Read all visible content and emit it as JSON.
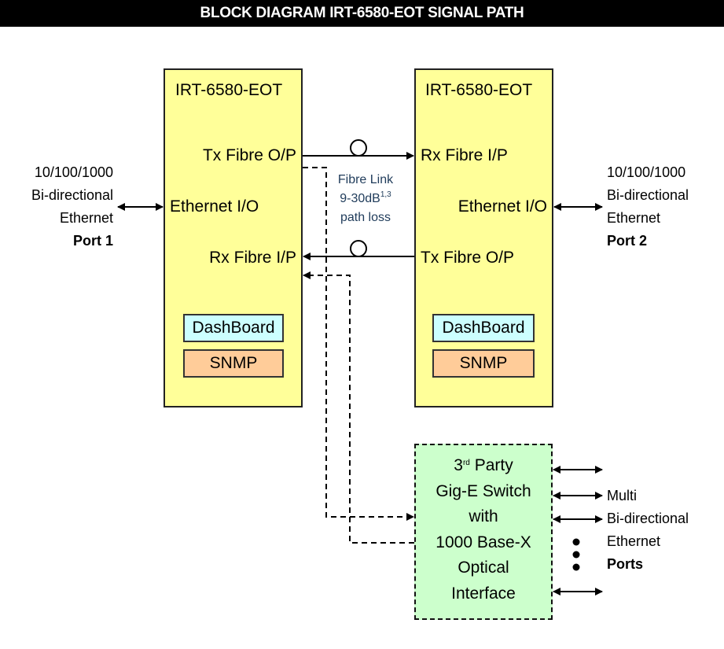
{
  "title": "BLOCK DIAGRAM IRT-6580-EOT SIGNAL PATH",
  "left_unit": {
    "name": "IRT-6580-EOT",
    "tx": "Tx Fibre O/P",
    "eth": "Ethernet I/O",
    "rx": "Rx Fibre I/P",
    "dashboard": "DashBoard",
    "snmp": "SNMP"
  },
  "right_unit": {
    "name": "IRT-6580-EOT",
    "rx": "Rx Fibre I/P",
    "eth": "Ethernet I/O",
    "tx": "Tx Fibre O/P",
    "dashboard": "DashBoard",
    "snmp": "SNMP"
  },
  "port1": {
    "line1": "10/100/1000",
    "line2": "Bi-directional",
    "line3": "Ethernet",
    "label": "Port 1"
  },
  "port2": {
    "line1": "10/100/1000",
    "line2": "Bi-directional",
    "line3": "Ethernet",
    "label": "Port 2"
  },
  "fibre_link": {
    "line1": "Fibre Link",
    "line2": "9-30dB",
    "superscript": "1,3",
    "line3": "path loss"
  },
  "switch": {
    "line1_prefix": "3",
    "line1_sup": "rd",
    "line1_suffix": " Party",
    "line2": "Gig-E Switch",
    "line3": "with",
    "line4": "1000 Base-X",
    "line5": "Optical",
    "line6": "Interface"
  },
  "multi_ports": {
    "line1": "Multi",
    "line2": "Bi-directional",
    "line3": "Ethernet",
    "label": "Ports"
  },
  "colors": {
    "unit_fill": "#ffff99",
    "dashboard_fill": "#ccffff",
    "snmp_fill": "#ffcc99",
    "switch_fill": "#ccffcc",
    "title_bg": "#000000"
  }
}
